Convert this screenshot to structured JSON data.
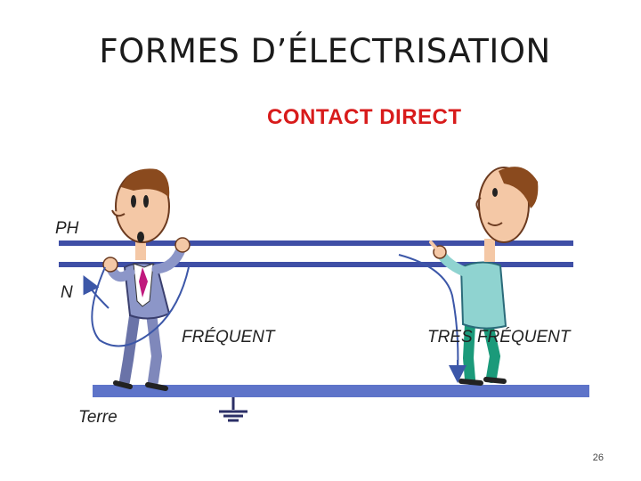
{
  "slide": {
    "title": "FORMES D’ÉLECTRISATION",
    "subtitle": "CONTACT DIRECT",
    "page_number": "26"
  },
  "diagram": {
    "labels": {
      "phase": "PH",
      "neutral": "N",
      "ground": "Terre",
      "left_case": "FRÉQUENT",
      "right_case": "TRES FRÉQUENT"
    },
    "colors": {
      "conductor": "#3f4fa6",
      "ground_bar": "#5e74c9",
      "title_red": "#d81b1b",
      "current_arrow": "#3c57a8"
    },
    "icons": [
      "ground-symbol-icon",
      "man-touching-two-conductors",
      "man-touching-one-conductor"
    ]
  }
}
